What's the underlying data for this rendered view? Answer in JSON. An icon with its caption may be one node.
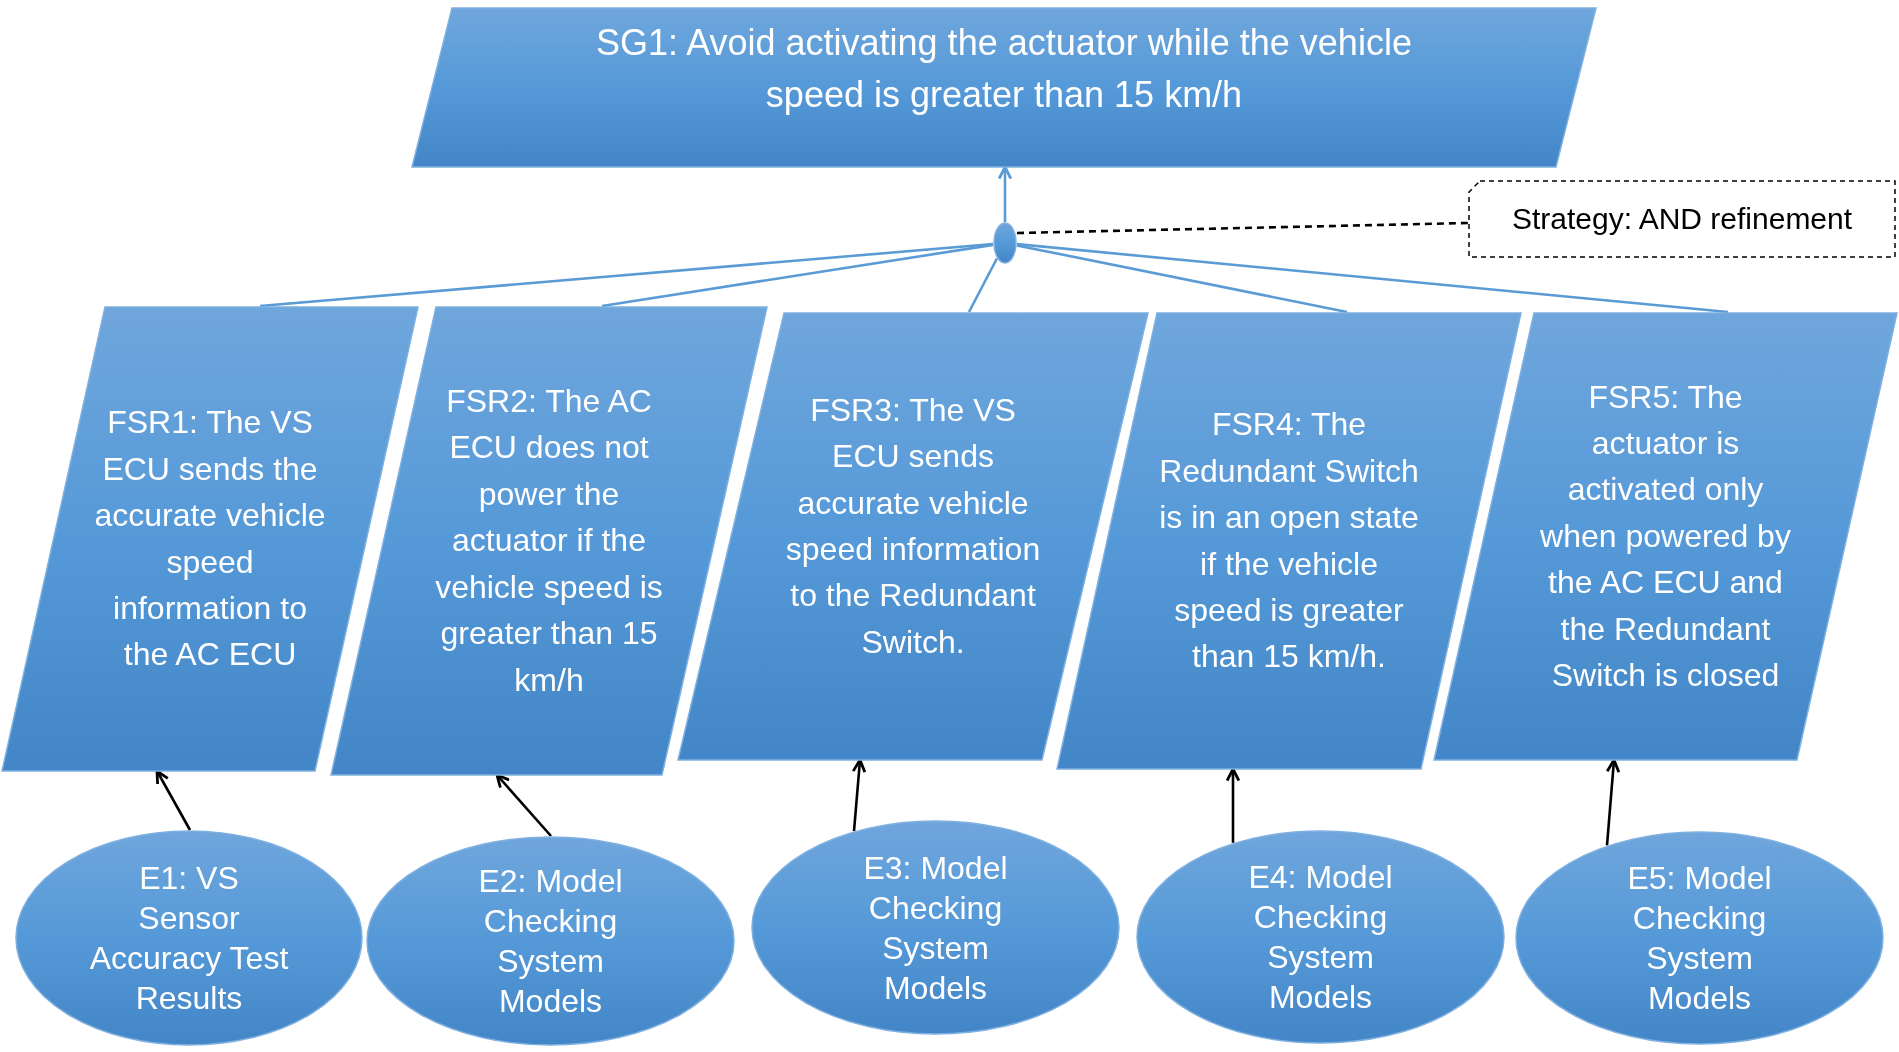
{
  "diagram": {
    "nodes": [
      {
        "text": [
          "SG1: Avoid activating the actuator while the vehicle speed is greater than 15 km/h"
        ]
      },
      {
        "text": [],
        "shape": "circle"
      },
      {
        "text": [
          "Strategy: AND refinement"
        ]
      },
      {
        "text": [
          "FSR1: The VS ECU sends the accurate vehicle speed information to the AC ECU"
        ]
      },
      {
        "text": [
          "FSR2: The AC ECU does not power the actuator if the vehicle speed is greater than 15 km/h"
        ]
      },
      {
        "text": [
          "FSR3: The VS ECU sends accurate vehicle speed information to the Redundant Switch."
        ]
      },
      {
        "text": [
          "FSR4: The Redundant Switch is in an open state if the vehicle speed is greater than 15 km/h."
        ]
      },
      {
        "text": [
          "FSR5: The actuator is activated only when powered by the AC ECU and the Redundant Switch is closed"
        ]
      },
      {
        "text": [
          "E1: VS Sensor Accuracy Test Results"
        ]
      },
      {
        "text": [
          "E2: Model Checking System Models"
        ]
      },
      {
        "text": [
          "E3: Model Checking System Models"
        ]
      },
      {
        "text": [
          "E4: Model Checking System Models"
        ]
      },
      {
        "text": [
          "E5: Model Checking System Models"
        ]
      }
    ],
    "edges": [
      {
        "from": 1,
        "to": 0,
        "arrow": "to"
      },
      {
        "from": 1,
        "to": 2,
        "arrow": "none",
        "style": "dashed",
        "color": "#000000"
      },
      {
        "from": 3,
        "to": 1,
        "arrow": "none"
      },
      {
        "from": 4,
        "to": 1,
        "arrow": "none"
      },
      {
        "from": 5,
        "to": 1,
        "arrow": "none"
      },
      {
        "from": 6,
        "to": 1,
        "arrow": "none"
      },
      {
        "from": 7,
        "to": 1,
        "arrow": "none"
      },
      {
        "from": 8,
        "to": 3,
        "arrow": "to",
        "color": "#000000"
      },
      {
        "from": 9,
        "to": 4,
        "arrow": "to",
        "color": "#000000"
      },
      {
        "from": 10,
        "to": 5,
        "arrow": "to",
        "color": "#000000"
      },
      {
        "from": 11,
        "to": 6,
        "arrow": "to",
        "color": "#000000"
      },
      {
        "from": 12,
        "to": 7,
        "arrow": "to",
        "color": "#000000"
      }
    ]
  }
}
